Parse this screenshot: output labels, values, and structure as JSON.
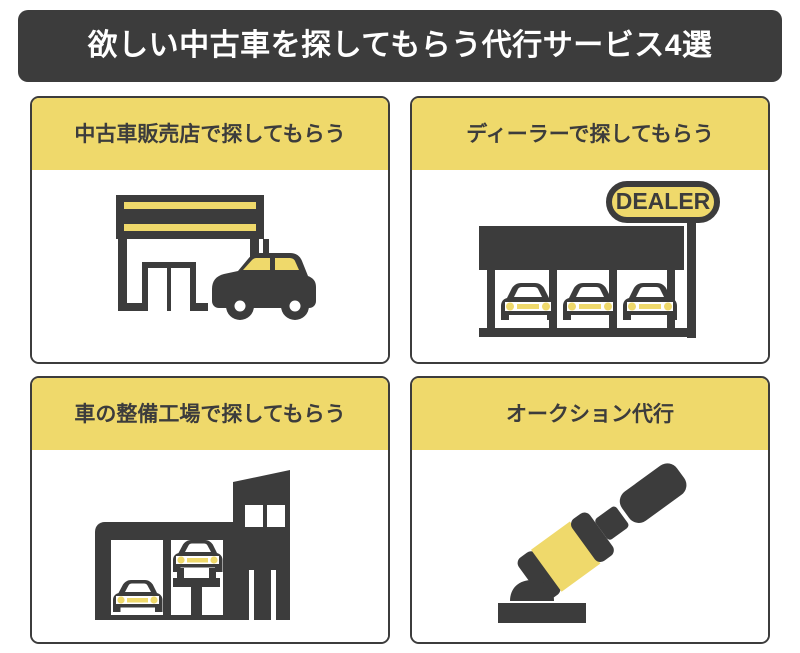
{
  "header": {
    "title": "欲しい中古車を探してもらう代行サービス4選",
    "background_color": "#3c3c3c",
    "text_color": "#ffffff"
  },
  "theme": {
    "accent_yellow": "#efd96b",
    "dark": "#3c3c3c",
    "white": "#ffffff"
  },
  "cards": [
    {
      "id": "used-car-shop",
      "title": "中古車販売店で探してもらう",
      "illustration": "used-car-dealership-building-with-car"
    },
    {
      "id": "dealer",
      "title": "ディーラーで探してもらう",
      "illustration": "dealer-showroom-canopy-with-three-cars",
      "sign_label": "DEALER"
    },
    {
      "id": "repair-garage",
      "title": "車の整備工場で探してもらう",
      "illustration": "auto-repair-garage-with-car-lift"
    },
    {
      "id": "auction-agent",
      "title": "オークション代行",
      "illustration": "auction-gavel-with-sound-block"
    }
  ]
}
